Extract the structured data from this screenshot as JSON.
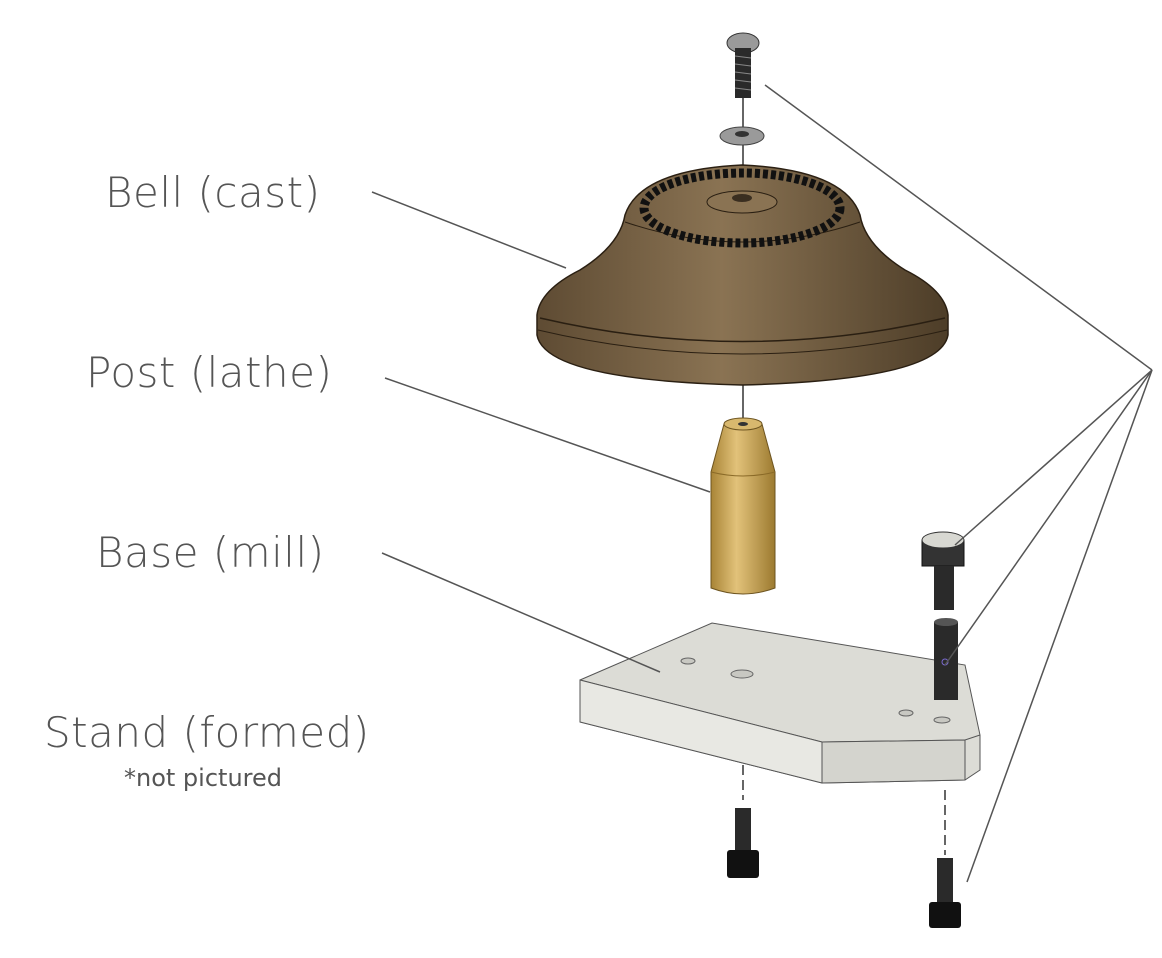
{
  "labels": {
    "bell": "Bell (cast)",
    "post": "Post (lathe)",
    "base": "Base (mill)",
    "stand": "Stand (formed)",
    "stand_note": "*not pictured"
  },
  "colors": {
    "text": "#555555",
    "bell": "#7a6446",
    "post": "#c9a552",
    "base": "#dcdcd6",
    "fastener": "#1c1c1c",
    "leader": "#555555"
  }
}
